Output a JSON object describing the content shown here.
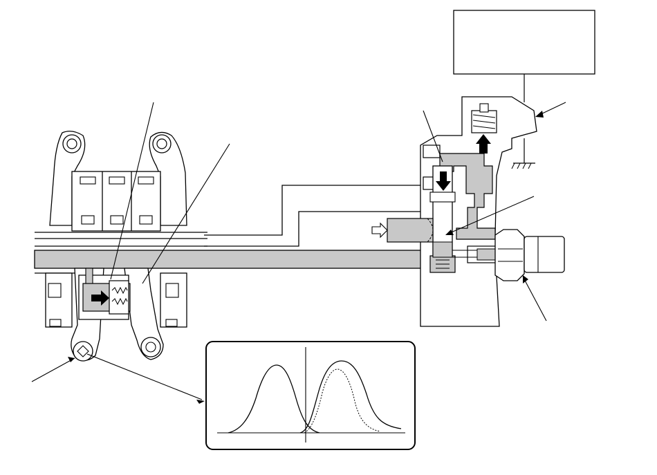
{
  "diagram": {
    "colors": {
      "line": "#000000",
      "oil_fill": "#c8c8c8",
      "background": "#ffffff"
    },
    "callouts": [
      {
        "id": "upper-left-pointer"
      },
      {
        "id": "mid-left-pointer"
      },
      {
        "id": "lower-left-pointer"
      },
      {
        "id": "upper-right-pointer"
      },
      {
        "id": "ground-pointer"
      },
      {
        "id": "middle-right-pointer"
      },
      {
        "id": "lower-right-pointer"
      }
    ],
    "arrows": {
      "oil_in": "hollow-arrow",
      "flow_down": "solid-arrow",
      "flow_up": "solid-arrow",
      "piston_push": "solid-arrow"
    },
    "inset_graph": {
      "curves": [
        "solid-curve-left",
        "solid-curve-right",
        "dotted-curve-right"
      ]
    }
  }
}
